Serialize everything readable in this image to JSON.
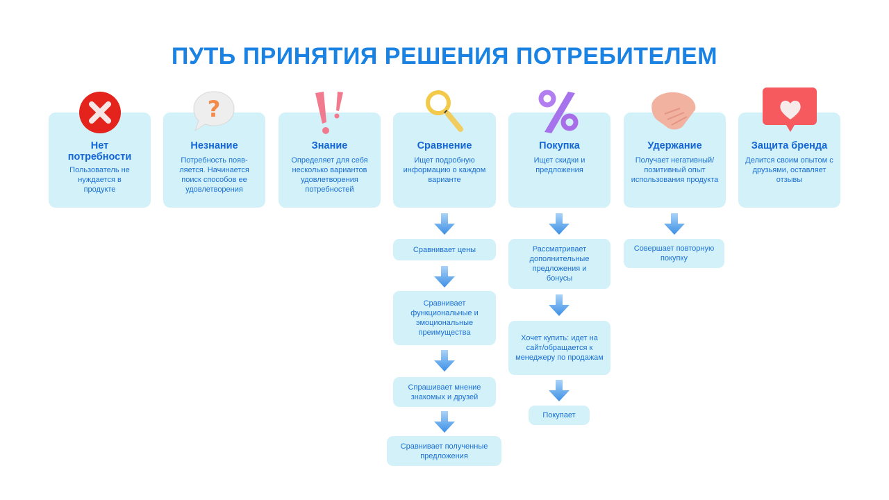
{
  "title": "ПУТЬ ПРИНЯТИЯ РЕШЕНИЯ ПОТРЕБИТЕЛЕМ",
  "colors": {
    "title": "#1a82e2",
    "card_bg": "#d3f1f8",
    "text": "#1a6fd6",
    "arrow": "#5aa6ee"
  },
  "stages": [
    {
      "title": "Нет потребности",
      "desc": "Пользователь не нуждается в продукте",
      "icon": "cross-icon"
    },
    {
      "title": "Незнание",
      "desc": "Потребность появ-ляется. Начинается поиск способов ее удовлетворения",
      "icon": "question-bubble-icon"
    },
    {
      "title": "Знание",
      "desc": "Определяет для себя несколько вариантов удовлетворения потребностей",
      "icon": "exclamation-icon"
    },
    {
      "title": "Сравнение",
      "desc": "Ищет подробную информацию о каждом варианте",
      "icon": "magnifier-icon"
    },
    {
      "title": "Покупка",
      "desc": "Ищет скидки и предложения",
      "icon": "percent-icon"
    },
    {
      "title": "Удержание",
      "desc": "Получает негативный/ позитивный опыт использования продукта",
      "icon": "handshake-icon"
    },
    {
      "title": "Защита бренда",
      "desc": "Делится своим опытом с друзьями, оставляет отзывы",
      "icon": "heart-bubble-icon"
    }
  ],
  "steps": {
    "comparison": [
      "Сравнивает цены",
      "Сравнивает функциональные и эмоциональные преимущества",
      "Спрашивает мнение знакомых и друзей",
      "Сравнивает полученные предложения"
    ],
    "purchase": [
      "Рассматривает дополнительные предложения и бонусы",
      "Хочет купить: идет на сайт/обращается к менеджеру по продажам",
      "Покупает"
    ],
    "retention": [
      "Совершает повторную покупку"
    ]
  }
}
